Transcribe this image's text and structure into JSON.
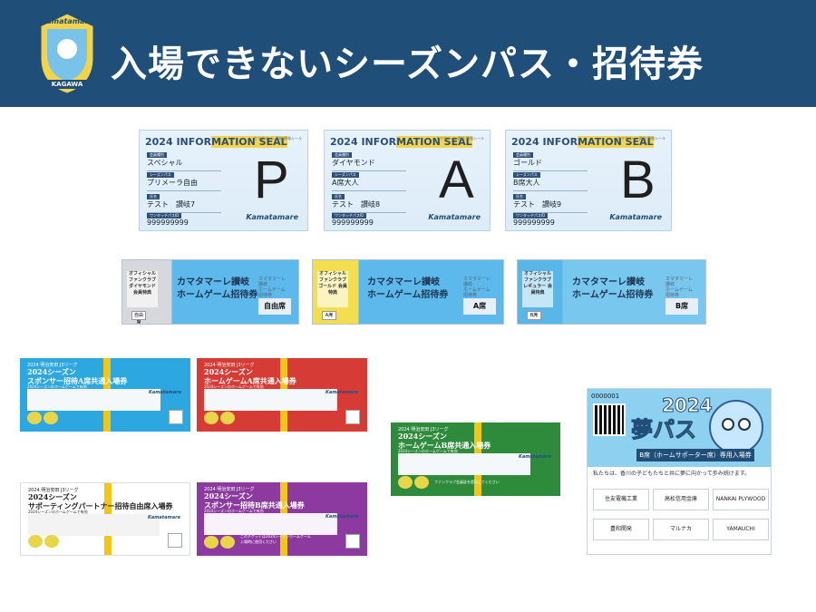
{
  "header": {
    "title": "入場できないシーズンパス・招待券",
    "logo_text": "Kamatamare",
    "logo_sub": "KAGAWA"
  },
  "seals": [
    {
      "title_prefix": "2024 INFOR",
      "title_hl": "MATION SEAL",
      "sub": "カマタマーレ讃岐 情報シール",
      "labels": [
        "会員種別",
        "シーズンパス",
        "氏名",
        "ワンタッチパスID"
      ],
      "values": [
        "スペシャル",
        "プリメーラ自由",
        "テスト　讃岐7",
        "999999999"
      ],
      "letter": "P",
      "brand": "Kamatamare"
    },
    {
      "title_prefix": "2024 INFOR",
      "title_hl": "MATION SEAL",
      "sub": "カマタマーレ讃岐 情報シール",
      "labels": [
        "会員種別",
        "シーズンパス",
        "氏名",
        "ワンタッチパスID"
      ],
      "values": [
        "ダイヤモンド",
        "A席大人",
        "テスト　讃岐8",
        "999999999"
      ],
      "letter": "A",
      "brand": "Kamatamare"
    },
    {
      "title_prefix": "2024 INFOR",
      "title_hl": "MATION SEAL",
      "sub": "カマタマーレ讃岐 情報シール",
      "labels": [
        "会員種別",
        "シーズンパス",
        "氏名",
        "ワンタッチパスID"
      ],
      "values": [
        "ゴールド",
        "B席大人",
        "テスト　讃岐9",
        "999999999"
      ],
      "letter": "B",
      "brand": "Kamatamare"
    }
  ],
  "fanclub": [
    {
      "stamp": "オフィシャル ファンクラブ ダイヤモンド 会員特典",
      "main": "カマタマーレ讃岐\nホームゲーム招待券",
      "side": "カマタマーレ讃岐\nホームゲーム\n招待券",
      "seat": "自由席",
      "badge": "自由席"
    },
    {
      "stamp": "オフィシャル ファンクラブ ゴールド 会員特典",
      "main": "カマタマーレ讃岐\nホームゲーム招待券",
      "side": "カマタマーレ讃岐\nホームゲーム\n招待券",
      "seat": "A席",
      "badge": "A席"
    },
    {
      "stamp": "オフィシャル ファンクラブ レギュラー 会員特典",
      "main": "カマタマーレ讃岐\nホームゲーム招待券",
      "side": "カマタマーレ讃岐\nホームゲーム\n招待券",
      "seat": "B席",
      "badge": "B席"
    }
  ],
  "sponsor": [
    {
      "head": "2024 明治安田 J3リーグ",
      "main": "2024シーズン\nスポンサー招待A席共通入場券",
      "small": "2024シーズンのホームゲームで有効",
      "brand": "Kamatamare",
      "note": ""
    },
    {
      "head": "2024 明治安田 J3リーグ",
      "main": "2024シーズン\nホームゲームA席共通入場券",
      "small": "2024シーズンのホームゲームで有効",
      "brand": "Kamatamare",
      "note": ""
    },
    {
      "head": "2024 明治安田 J3リーグ",
      "main": "2024シーズン\nホームゲームB席共通入場券",
      "small": "2024シーズンのホームゲームで有効",
      "brand": "Kamatamare",
      "note": "ファンクラブ会員証を提示してください"
    },
    {
      "head": "2024 明治安田 J3リーグ",
      "main": "2024シーズン\nサポーティングパートナー招待自由席入場券",
      "small": "2024シーズンのホームゲームで有効",
      "brand": "Kamatamare",
      "note": ""
    },
    {
      "head": "2024 明治安田 J3リーグ",
      "main": "2024シーズン\nスポンサー招待B席共通入場券",
      "small": "2024シーズンのホームゲームで有効",
      "brand": "Kamatamare",
      "note": "このチケットは2024シーズンホームゲーム\n入場時に使用ください"
    }
  ],
  "yume": {
    "serial": "0000001",
    "year": "2024",
    "title": "夢パス",
    "sub": "B席（ホームサポーター席）専用入場券",
    "desc": "私たちは、香川の子どもたちと共に夢に向かって歩み続けます。",
    "sponsors": [
      "住友電機工業",
      "高松信用金庫",
      "NANKAI PLYWOOD",
      "豊和開発",
      "マルナカ",
      "YAMAUCHI"
    ]
  },
  "colors": {
    "header_bg": "#1f4e79",
    "blue": "#2da7df",
    "red": "#d63b35",
    "green": "#2e8b3c",
    "purple": "#8d3aa0",
    "white": "#ffffff",
    "accent_yellow": "#f2c617"
  }
}
